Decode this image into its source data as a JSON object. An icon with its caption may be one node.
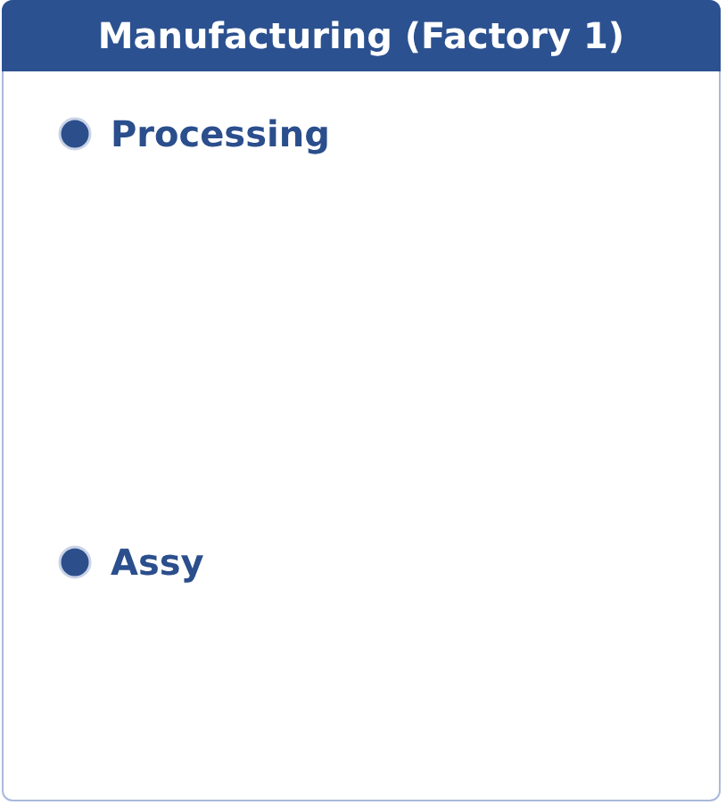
{
  "diagram": {
    "nodes": [
      {
        "text": [
          "Manufacturing (Factory 1)"
        ]
      }
    ],
    "labels": [
      "Processing",
      "Assy"
    ]
  }
}
